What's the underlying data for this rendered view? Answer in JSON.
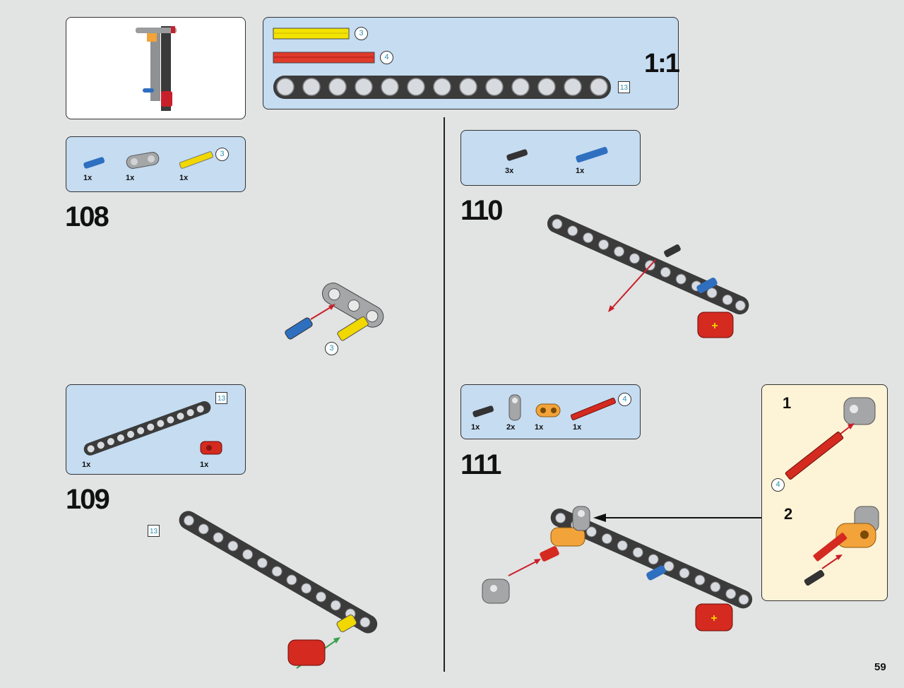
{
  "page_number": "59",
  "scale_box": {
    "scale": "1:1",
    "items": [
      {
        "part": "axle-yellow",
        "length": "3"
      },
      {
        "part": "axle-red",
        "length": "4"
      },
      {
        "part": "beam-black",
        "length": "13"
      }
    ]
  },
  "steps": [
    {
      "number": "108",
      "parts": [
        {
          "qty": "1x",
          "part": "pin-blue"
        },
        {
          "qty": "1x",
          "part": "connector-grey"
        },
        {
          "qty": "1x",
          "part": "axle-yellow",
          "length": "3"
        }
      ],
      "callouts": [
        "3"
      ]
    },
    {
      "number": "109",
      "parts": [
        {
          "qty": "1x",
          "part": "beam-black",
          "length": "13"
        },
        {
          "qty": "1x",
          "part": "connector-red"
        }
      ],
      "callouts": [
        "13"
      ]
    },
    {
      "number": "110",
      "parts": [
        {
          "qty": "3x",
          "part": "pin-black"
        },
        {
          "qty": "1x",
          "part": "pin-blue"
        }
      ]
    },
    {
      "number": "111",
      "parts": [
        {
          "qty": "1x",
          "part": "pin-black"
        },
        {
          "qty": "2x",
          "part": "angle-connector-grey"
        },
        {
          "qty": "1x",
          "part": "connector-orange"
        },
        {
          "qty": "1x",
          "part": "axle-red",
          "length": "4"
        }
      ],
      "substeps": [
        "1",
        "2"
      ],
      "callouts": [
        "4"
      ]
    }
  ],
  "colors": {
    "background": "#e2e3e3",
    "parts_box": "#c5dcf1",
    "substep_box": "#fdf3d6",
    "callout_text": "#2a8fb0",
    "arrow": "#c8202a"
  }
}
